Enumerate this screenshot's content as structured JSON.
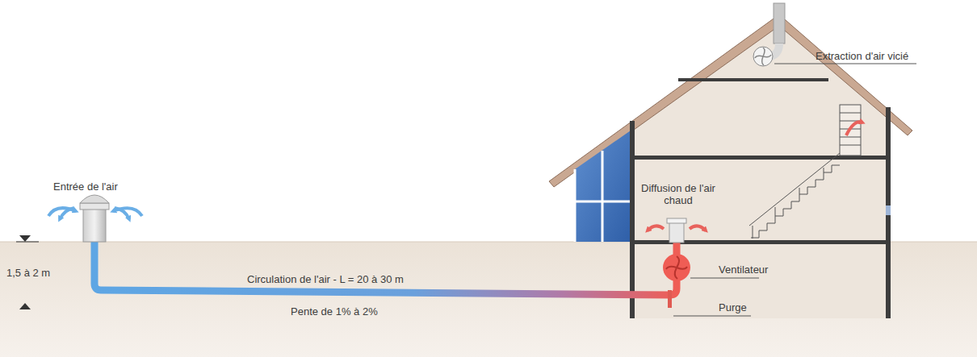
{
  "diagram": {
    "labels": [
      "Entrée de l'air",
      "1,5 à 2 m",
      "Circulation de l'air - L = 20 à 30 m",
      "Pente de 1% à 2%",
      "Diffusion de l'air chaud",
      "Ventilateur",
      "Purge",
      "Extraction d'air vicié"
    ]
  }
}
